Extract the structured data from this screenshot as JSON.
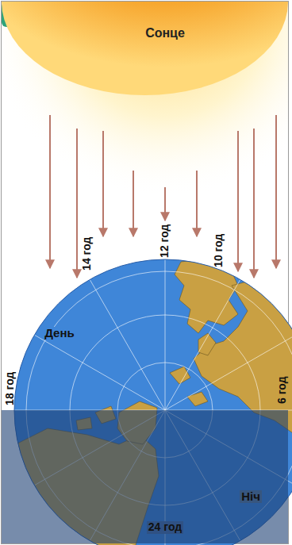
{
  "diagram": {
    "nodes": [
      {
        "text": [
          "Сонце"
        ]
      }
    ],
    "labels": [
      "14 год",
      "12 год",
      "10 год",
      "День",
      "18 год",
      "6 год",
      "Ніч",
      "24 год"
    ]
  }
}
